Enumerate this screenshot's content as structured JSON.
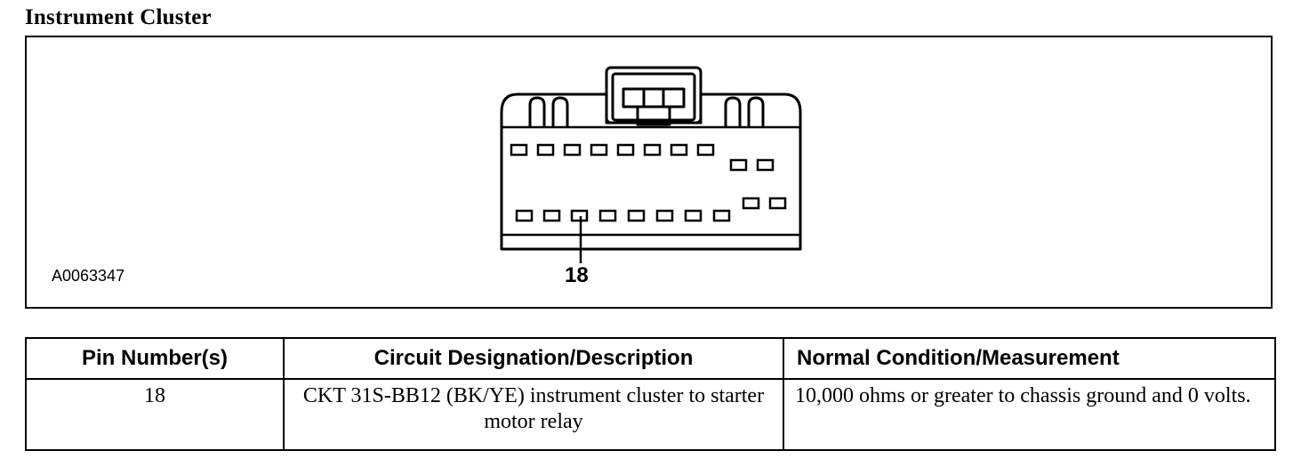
{
  "section_title": "Instrument Cluster",
  "figure": {
    "id_label": "A0063347",
    "pin_callout": "18"
  },
  "table": {
    "headers": [
      "Pin Number(s)",
      "Circuit Designation/Description",
      "Normal Condition/Measurement"
    ],
    "rows": [
      {
        "pin": "18",
        "circuit": "CKT 31S-BB12 (BK/YE) instrument cluster to starter motor relay",
        "measurement": "10,000 ohms or greater to chassis ground and 0 volts."
      }
    ]
  }
}
